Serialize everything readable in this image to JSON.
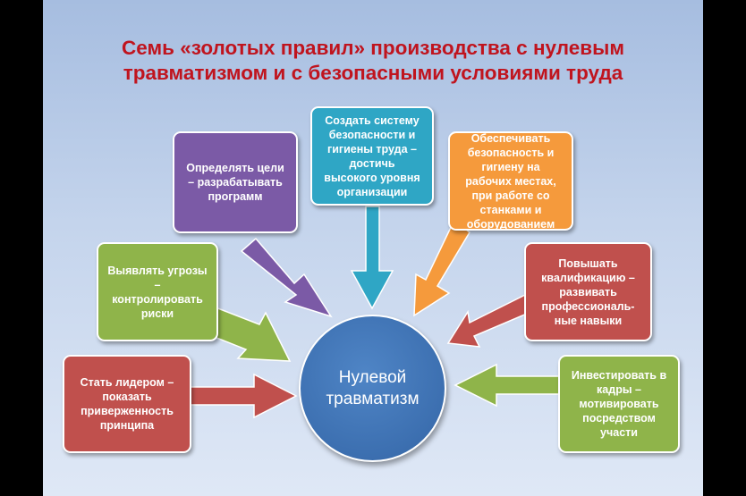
{
  "title": {
    "line1": "Семь «золотых правил» производства с нулевым",
    "line2": "травматизмом и с безопасными условиями труда"
  },
  "center": {
    "label": "Нулевой\nтравматизм",
    "color": "#3c6fb0"
  },
  "rules": [
    {
      "id": "leader",
      "text": "Стать лидером –\nпоказать\nприверженность\nпринципа",
      "color": "#c0504d"
    },
    {
      "id": "threats",
      "text": "Выявлять угрозы\n–\nконтролировать\nриски",
      "color": "#8fb44a"
    },
    {
      "id": "goals",
      "text": "Определять цели\n– разрабатывать\nпрограмм",
      "color": "#7b5aa6"
    },
    {
      "id": "system",
      "text": "Создать систему\nбезопасности и\nгигиены труда –\nдостичь\nвысокого уровня\nорганизации",
      "color": "#2fa6c5"
    },
    {
      "id": "workplace",
      "text": "Обеспечивать\nбезопасность и\nгигиену на\nрабочих местах,\nпри работе со\nстанками и\nоборудованием",
      "color": "#f59a3c"
    },
    {
      "id": "qualification",
      "text": "Повышать\nквалификацию –\nразвивать\nпрофессиональ-\nные навыки",
      "color": "#c0504d"
    },
    {
      "id": "invest",
      "text": "Инвестировать в\nкадры –\nмотивировать\nпосредством\nучасти",
      "color": "#8fb44a"
    }
  ]
}
